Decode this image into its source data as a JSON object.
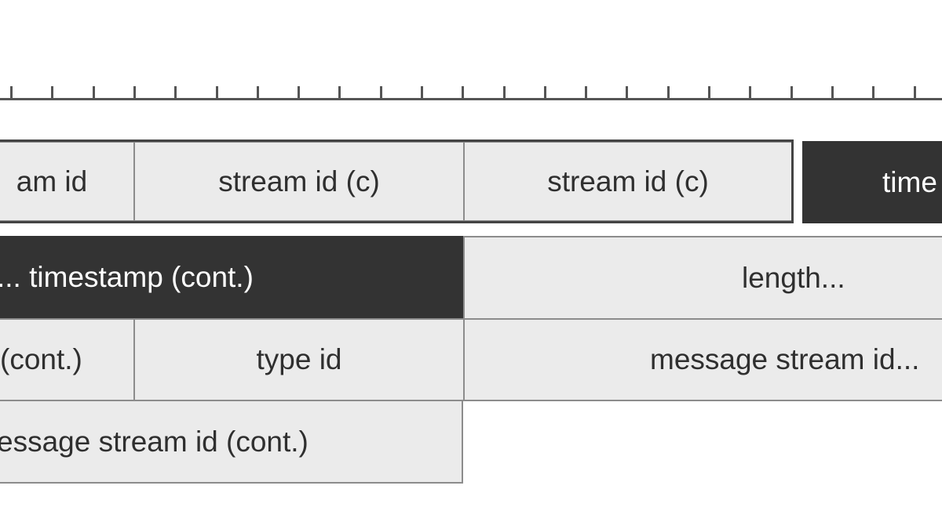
{
  "diagram": {
    "row1": {
      "cell_a": "am id",
      "cell_b": "stream id (c)",
      "cell_c": "stream id (c)",
      "cell_d": "time"
    },
    "row2": {
      "cell_a": "... timestamp (cont.)",
      "cell_b": "length..."
    },
    "row3": {
      "cell_a": "(cont.)",
      "cell_b": "type id",
      "cell_c": "message stream id..."
    },
    "row4": {
      "cell_a": "essage stream id (cont.)"
    }
  },
  "colors": {
    "light_fill": "#ebebeb",
    "dark_fill": "#333333",
    "border": "#8c8c8c",
    "text": "#2f2f2f"
  }
}
